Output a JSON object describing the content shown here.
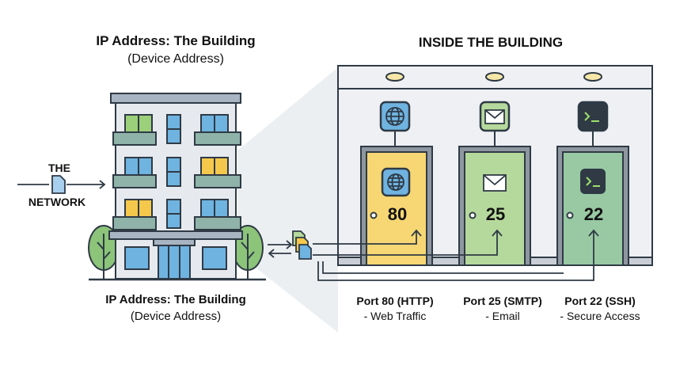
{
  "left_panel": {
    "title": "IP Address: The Building",
    "subtitle": "(Device Address)",
    "caption_title": "IP Address: The Building",
    "caption_subtitle": "(Device Address)",
    "network_label_line1": "THE",
    "network_label_line2": "NETWORK"
  },
  "right_panel": {
    "title": "INSIDE THE BUILDING",
    "doors": [
      {
        "number": "80",
        "label": "Port 80 (HTTP)",
        "description": "- Web Traffic",
        "icon": "globe-icon",
        "color": "#f7d774"
      },
      {
        "number": "25",
        "label": "Port 25 (SMTP)",
        "description": "- Email",
        "icon": "envelope-icon",
        "color": "#b5d99c"
      },
      {
        "number": "22",
        "label": "Port 22 (SSH)",
        "description": "- Secure Access",
        "icon": "terminal-icon",
        "color": "#98c9a3"
      }
    ]
  },
  "colors": {
    "outline": "#2f3a45",
    "building_wall": "#e6e9ee",
    "window_blue": "#6fb3e0",
    "window_green": "#9ccf7a",
    "window_yellow": "#f5c84c",
    "balcony": "#8fb3a8",
    "tree": "#8cc47a",
    "room_wall": "#eef0f4",
    "room_frame": "#9aa3ad"
  }
}
